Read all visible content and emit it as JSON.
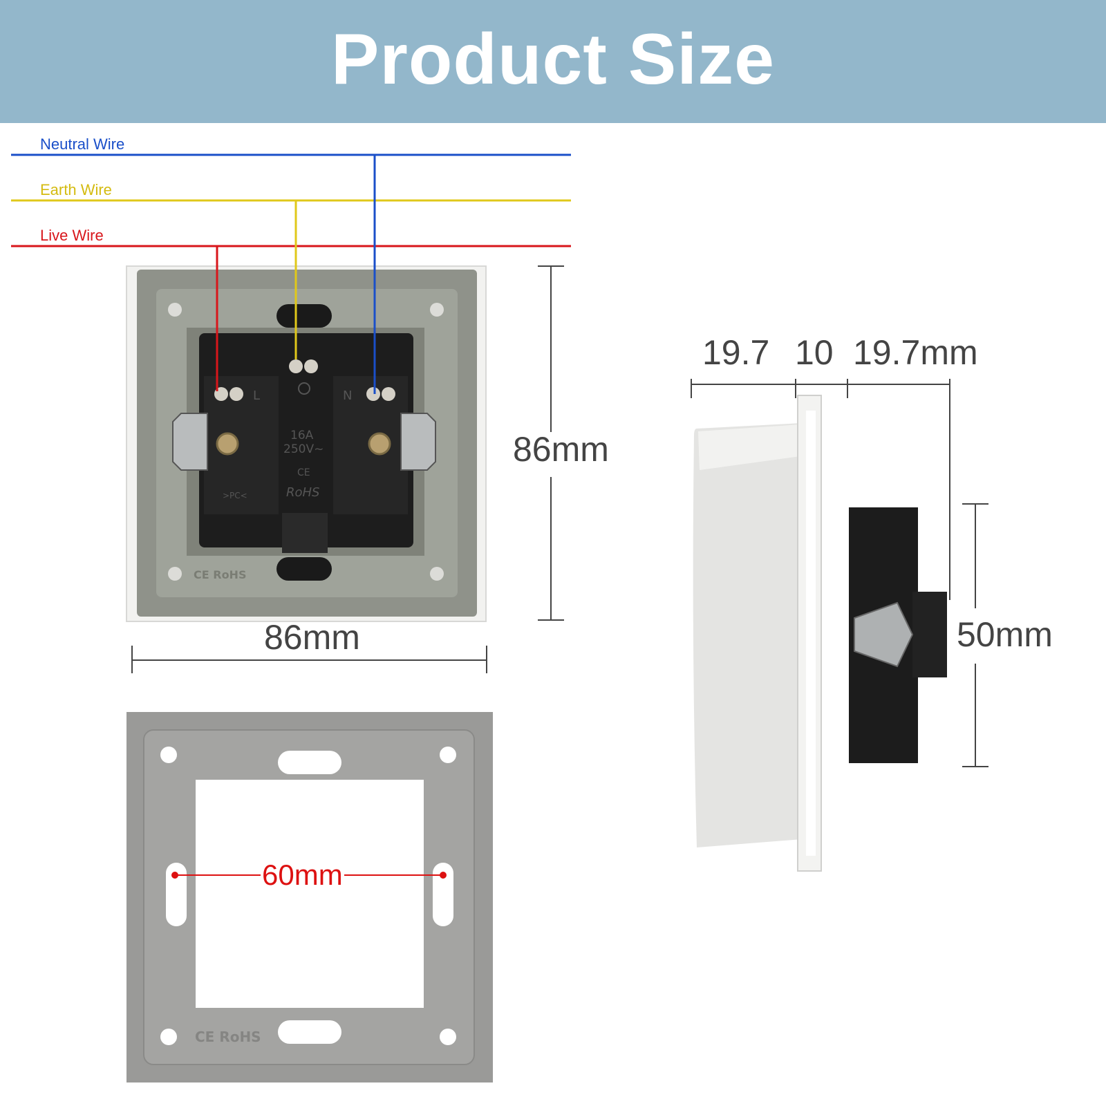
{
  "title": "Product Size",
  "wires": {
    "neutral": {
      "label": "Neutral Wire",
      "color": "#1a4fc9"
    },
    "earth": {
      "label": "Earth Wire",
      "color": "#e0c81a"
    },
    "live": {
      "label": "Live Wire",
      "color": "#d8161b"
    }
  },
  "socket_back": {
    "terminal_live": "L",
    "terminal_neutral": "N",
    "rating_current": "16A",
    "rating_voltage": "250V~",
    "ce_mark": "CE",
    "rohs_mark": "RoHS",
    "frame_mark": ">PC<",
    "plate_mark": "CE RoHS"
  },
  "mounting_plate": {
    "mark": "CE RoHS"
  },
  "dimensions": {
    "height": "86mm",
    "width": "86mm",
    "mount_spacing": "60mm",
    "depth_1": "19.7",
    "depth_2": "10",
    "depth_3": "19.7mm",
    "body_height": "50mm"
  },
  "colors": {
    "banner": "#93b7cb",
    "frame_gray": "#8f928a",
    "plate_gray": "#9a9a98",
    "dimension_text": "#444444"
  }
}
